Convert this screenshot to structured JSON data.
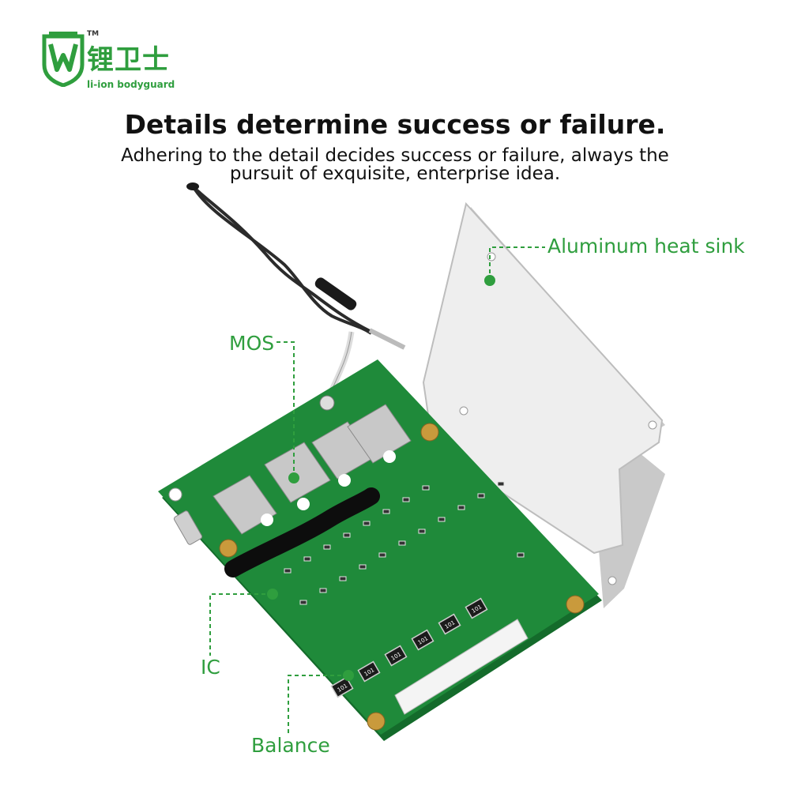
{
  "brand": {
    "name_cn": "锂卫士",
    "name_en": "li-ion bodyguard",
    "tm": "TM",
    "color": "#2f9e3e"
  },
  "headline": "Details determine success or failure.",
  "subline": "Adhering to the detail decides success or failure, always the pursuit of exquisite, enterprise idea.",
  "callouts": {
    "mos": "MOS",
    "heat_sink": "Aluminum heat sink",
    "ic": "IC",
    "balance": "Balance"
  },
  "resistor_code": "101",
  "colors": {
    "pcb": "#1f8a3a",
    "pcb_dark": "#146b2b",
    "heat_sink": "#e6e6e6",
    "accent": "#2f9e3e",
    "brass": "#c99a3c"
  }
}
